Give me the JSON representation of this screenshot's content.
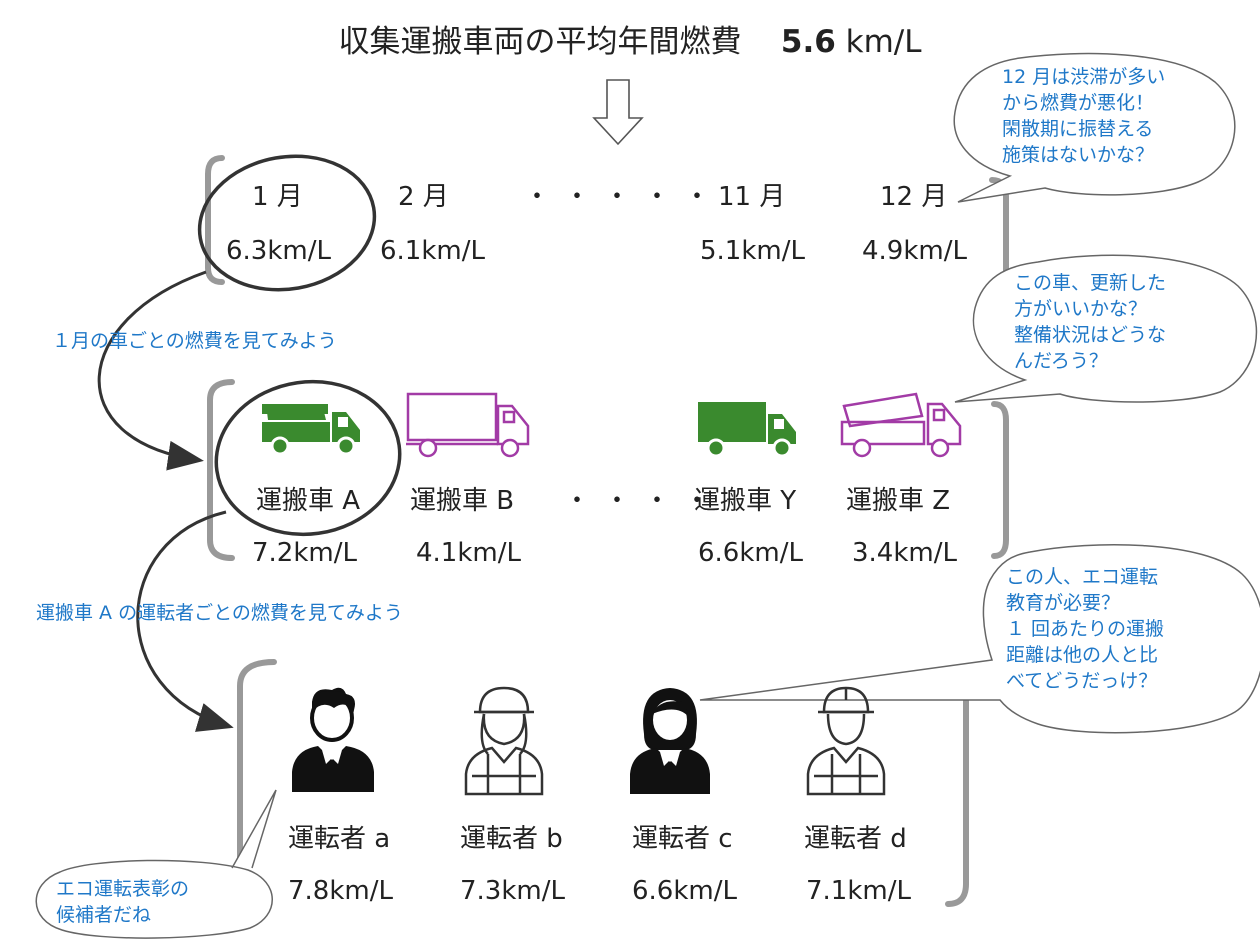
{
  "title": {
    "main": "収集運搬車両の平均年間燃費",
    "value": "5.6",
    "unit": "km/L"
  },
  "months": [
    {
      "label": "1 月",
      "fuel": "6.3km/L"
    },
    {
      "label": "2 月",
      "fuel": "6.1km/L"
    },
    {
      "label": "11 月",
      "fuel": "5.1km/L"
    },
    {
      "label": "12 月",
      "fuel": "4.9km/L"
    }
  ],
  "months_ellipsis": "・・・・・",
  "vehicles": [
    {
      "label": "運搬車 A",
      "fuel": "7.2km/L"
    },
    {
      "label": "運搬車 B",
      "fuel": "4.1km/L"
    },
    {
      "label": "運搬車 Y",
      "fuel": "6.6km/L"
    },
    {
      "label": "運搬車 Z",
      "fuel": "3.4km/L"
    }
  ],
  "vehicles_ellipsis": "・・・・",
  "drivers": [
    {
      "label": "運転者 a",
      "fuel": "7.8km/L"
    },
    {
      "label": "運転者 b",
      "fuel": "7.3km/L"
    },
    {
      "label": "運転者 c",
      "fuel": "6.6km/L"
    },
    {
      "label": "運転者 d",
      "fuel": "7.1km/L"
    }
  ],
  "annotations": {
    "step1": "１月の車ごとの燃費を見てみよう",
    "step2": "運搬車 A の運転者ごとの燃費を見てみよう"
  },
  "bubbles": {
    "december": [
      "12 月は渋滞が多い",
      "から燃費が悪化！",
      "閑散期に振替える",
      "施策はないかな？"
    ],
    "vehicle_z": [
      "この車、更新した",
      "方がいいかな？",
      "整備状況はどうな",
      "んだろう？"
    ],
    "driver_c": [
      "この人、エコ運転",
      "教育が必要？",
      "１ 回あたりの運搬",
      "距離は他の人と比",
      "べてどうだっけ？"
    ],
    "driver_a": [
      "エコ運転表彰の",
      "候補者だね"
    ]
  },
  "colors": {
    "green_truck": "#3a8a2e",
    "purple_truck": "#a23ba6",
    "annotation": "#1f78c8",
    "bracket": "#999999"
  },
  "icons": [
    "truck-green-icon",
    "truck-purple-icon",
    "driver-man-icon",
    "worker-woman-helmet-icon",
    "driver-woman-icon",
    "worker-man-helmet-icon"
  ]
}
